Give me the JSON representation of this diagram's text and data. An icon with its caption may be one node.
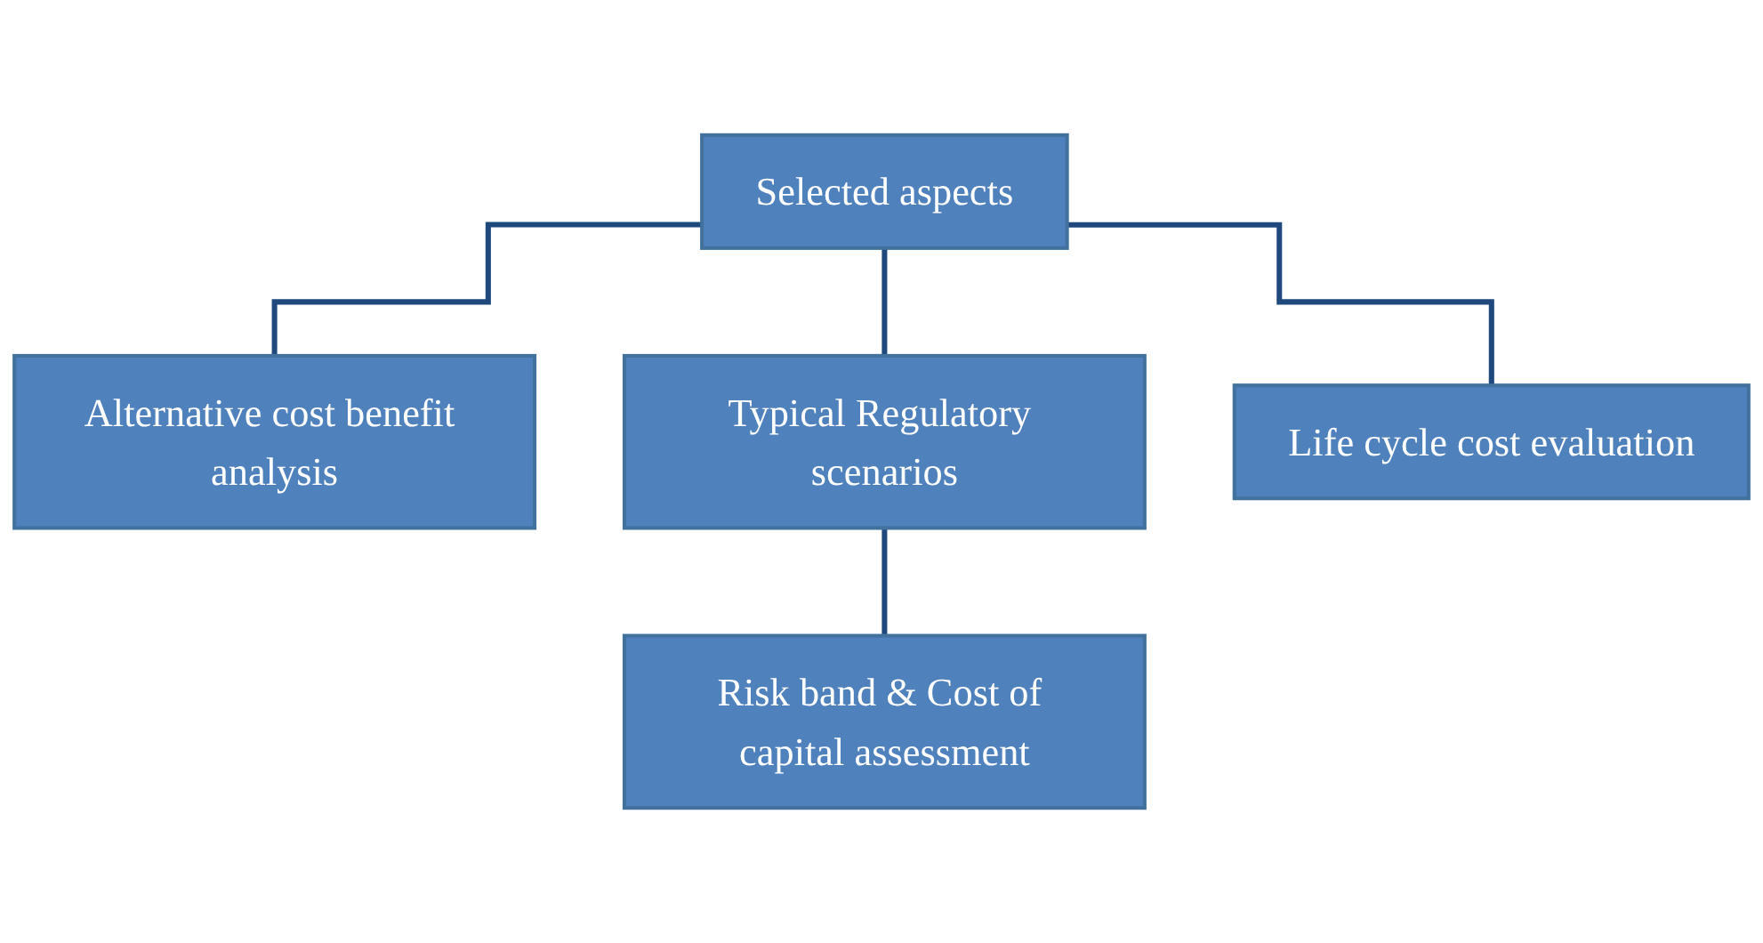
{
  "diagram": {
    "nodes": [
      {
        "text": [
          "Selected aspects"
        ]
      },
      {
        "text": [
          "Alternative cost benefit analysis"
        ]
      },
      {
        "text": [
          "Typical Regulatory scenarios"
        ]
      },
      {
        "text": [
          "Life cycle cost evaluation"
        ]
      },
      {
        "text": [
          "Risk band & Cost of capital assessment"
        ]
      }
    ],
    "edges": [
      {
        "from": 0,
        "to": 1,
        "arrow": "none"
      },
      {
        "from": 0,
        "to": 2,
        "arrow": "none"
      },
      {
        "from": 0,
        "to": 3,
        "arrow": "none"
      },
      {
        "from": 2,
        "to": 4,
        "arrow": "none"
      }
    ]
  }
}
